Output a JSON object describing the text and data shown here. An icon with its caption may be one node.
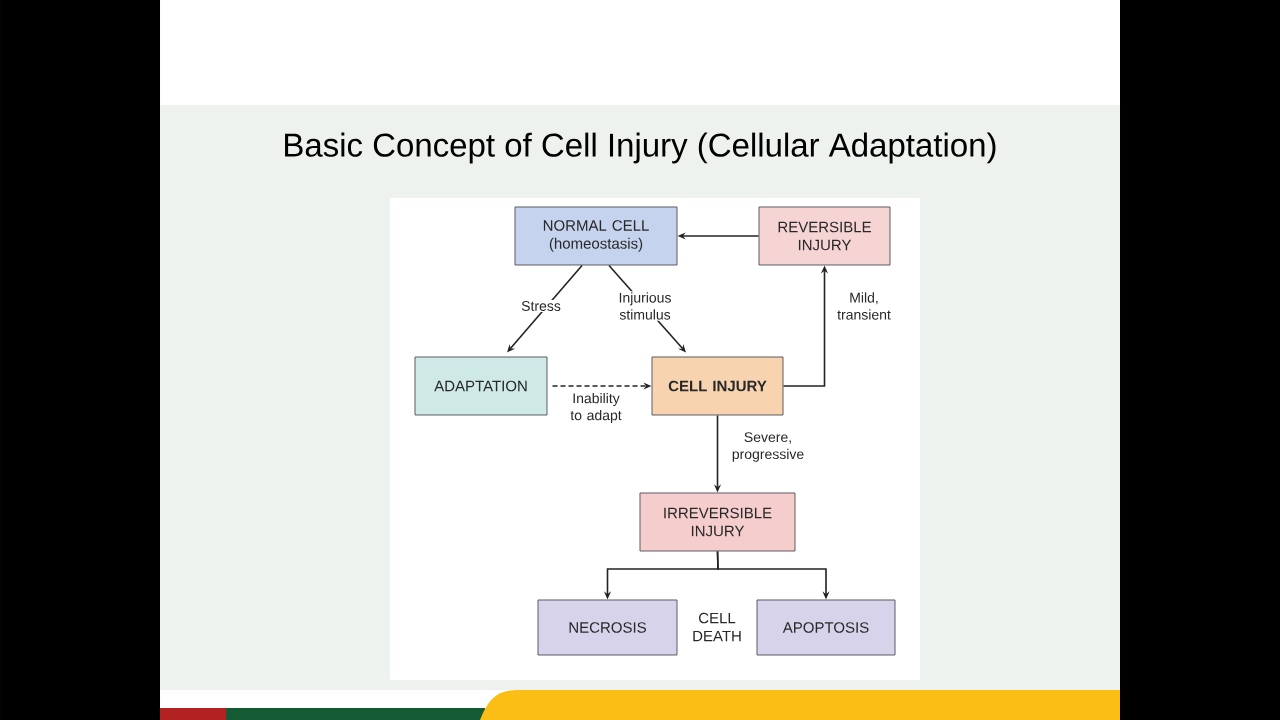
{
  "diagram": {
    "title": "Basic Concept of Cell Injury (Cellular Adaptation)",
    "nodes": [
      {
        "text": [
          "NORMAL CELL (homeostasis)"
        ]
      },
      {
        "text": [
          "REVERSIBLE INJURY"
        ]
      },
      {
        "text": [
          "ADAPTATION"
        ]
      },
      {
        "text": [
          "CELL INJURY"
        ]
      },
      {
        "text": [
          "IRREVERSIBLE INJURY"
        ]
      },
      {
        "text": [
          "NECROSIS"
        ]
      },
      {
        "text": [
          "APOPTOSIS"
        ]
      }
    ],
    "edges": [
      {
        "from": 1,
        "to": 0,
        "arrow": "to"
      },
      {
        "from": 0,
        "to": 2,
        "arrow": "to",
        "label": "Stress"
      },
      {
        "from": 0,
        "to": 3,
        "arrow": "to",
        "label": "Injurious stimulus"
      },
      {
        "from": 2,
        "to": 3,
        "arrow": "to",
        "label": "Inability to adapt",
        "style": "dashed"
      },
      {
        "from": 3,
        "to": 1,
        "arrow": "to",
        "label": "Mild, transient"
      },
      {
        "from": 3,
        "to": 4,
        "arrow": "to",
        "label": "Severe, progressive"
      },
      {
        "from": 4,
        "to": 5,
        "arrow": "to"
      },
      {
        "from": 4,
        "to": 6,
        "arrow": "to"
      }
    ],
    "labels": [
      "CELL DEATH"
    ]
  }
}
